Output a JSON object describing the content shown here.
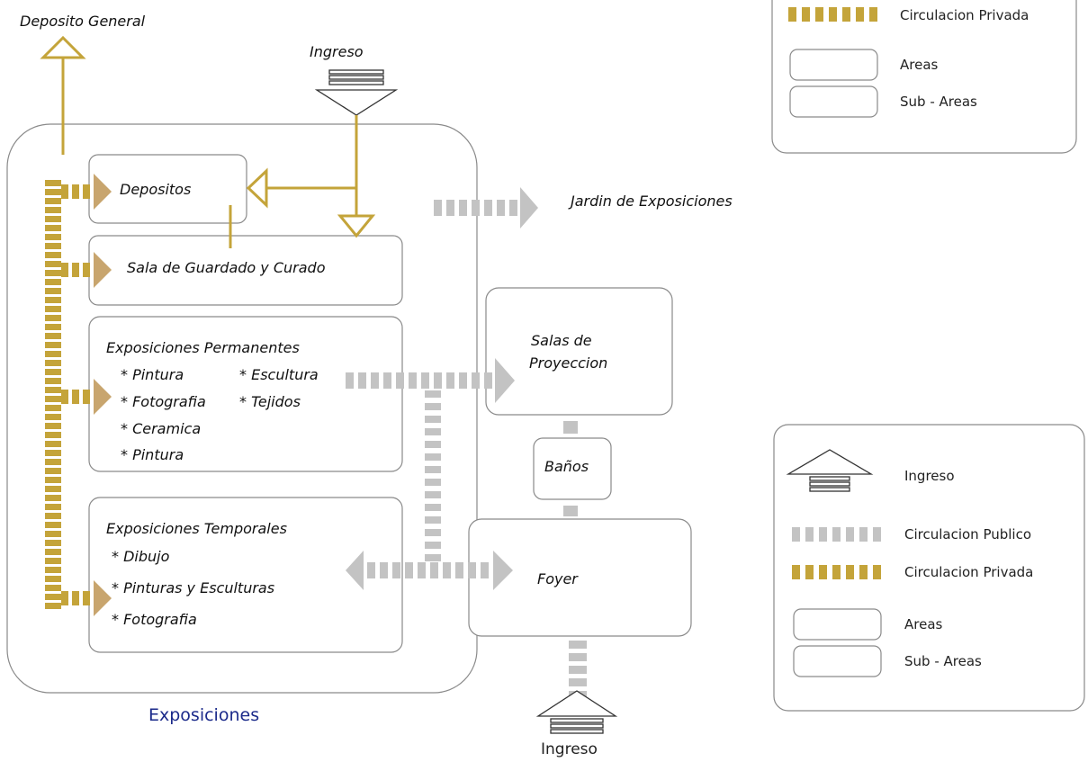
{
  "diagram": {
    "group_title": "Exposiciones",
    "deposito_general": "Deposito General",
    "ingreso_top": "Ingreso",
    "ingreso_bottom": "Ingreso",
    "jardin": "Jardin de Exposiciones",
    "nodes": {
      "depositos": "Depositos",
      "sala_guardado": "Sala de Guardado y Curado",
      "exp_permanentes": {
        "title": "Exposiciones Permanentes",
        "items": [
          "* Pintura",
          "* Escultura",
          "* Fotografia",
          "* Tejidos",
          "* Ceramica",
          "* Pintura"
        ]
      },
      "exp_temporales": {
        "title": "Exposiciones Temporales",
        "items": [
          "* Dibujo",
          "* Pinturas y Esculturas",
          "* Fotografia"
        ]
      },
      "salas_proyeccion": [
        "Salas de",
        "Proyeccion"
      ],
      "banos": "Baños",
      "foyer": "Foyer"
    }
  },
  "legend_top": {
    "circulacion_privada": "Circulacion Privada",
    "areas": "Areas",
    "sub_areas": "Sub - Areas"
  },
  "legend_bottom": {
    "ingreso": "Ingreso",
    "circulacion_publico": "Circulacion Publico",
    "circulacion_privada": "Circulacion Privada",
    "areas": "Areas",
    "sub_areas": "Sub - Areas"
  },
  "colors": {
    "private_circulation": "#c4a43a",
    "private_arrow": "#c8a56e",
    "public_circulation": "#c3c3c3",
    "box_stroke": "#8a8a8a",
    "group_title": "#1b2a8a"
  }
}
